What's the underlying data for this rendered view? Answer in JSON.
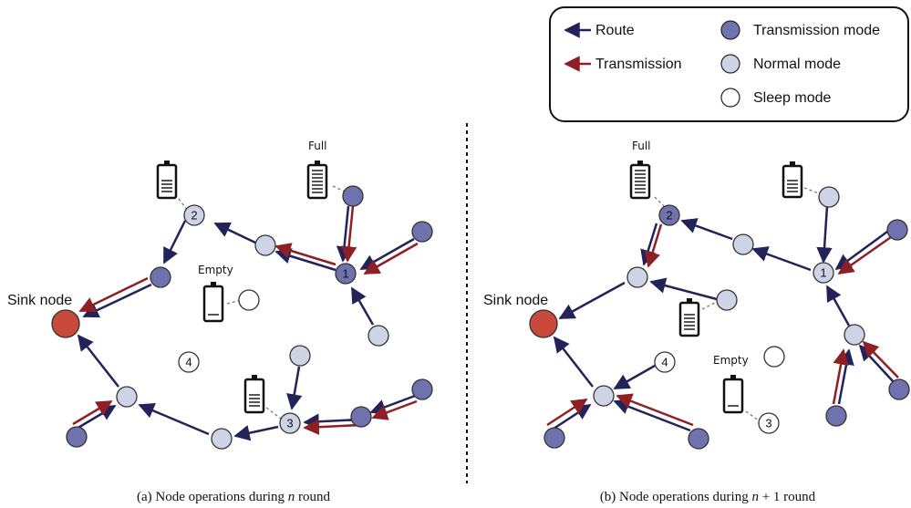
{
  "legend": {
    "route": "Route",
    "transmission": "Transmission",
    "transmission_mode": "Transmission mode",
    "normal_mode": "Normal mode",
    "sleep_mode": "Sleep mode"
  },
  "colors": {
    "route": "#23235a",
    "transmission": "#8e1f24",
    "transmission_node": "#6f72ad",
    "normal_node": "#cfd3e6",
    "sleep_node": "#ffffff",
    "sink_node": "#c9493c"
  },
  "panel_a": {
    "caption_prefix": "(a) Node operations during ",
    "caption_var": "n",
    "caption_suffix": " round",
    "sink_label": "Sink node",
    "full_label": "Full",
    "empty_label": "Empty",
    "node_labels": [
      "1",
      "2",
      "3",
      "4"
    ]
  },
  "panel_b": {
    "caption_prefix": "(b) Node operations during ",
    "caption_var": "n",
    "caption_suffix": " + 1 round",
    "sink_label": "Sink node",
    "full_label": "Full",
    "empty_label": "Empty",
    "node_labels": [
      "1",
      "2",
      "3",
      "4"
    ]
  }
}
